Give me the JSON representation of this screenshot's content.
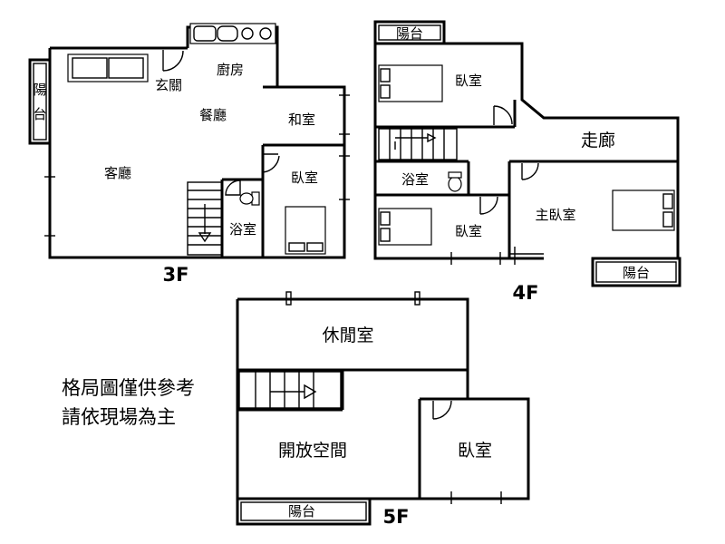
{
  "floors": {
    "f3": {
      "tag": "3F",
      "rooms": {
        "balcony": "陽台",
        "entrance": "玄關",
        "kitchen": "廚房",
        "dining": "餐廳",
        "japanese_room": "和室",
        "living": "客廳",
        "bedroom": "臥室",
        "bath": "浴室"
      }
    },
    "f4": {
      "tag": "4F",
      "rooms": {
        "balcony_top": "陽台",
        "bedroom_top": "臥室",
        "corridor": "走廊",
        "bath": "浴室",
        "master_bedroom": "主臥室",
        "bedroom_bottom": "臥室",
        "balcony_bottom": "陽台"
      }
    },
    "f5": {
      "tag": "5F",
      "rooms": {
        "lounge": "休閒室",
        "open_space": "開放空間",
        "bedroom": "臥室",
        "balcony": "陽台"
      }
    }
  },
  "note": {
    "line1": "格局圖僅供參考",
    "line2": "請依現場為主"
  }
}
